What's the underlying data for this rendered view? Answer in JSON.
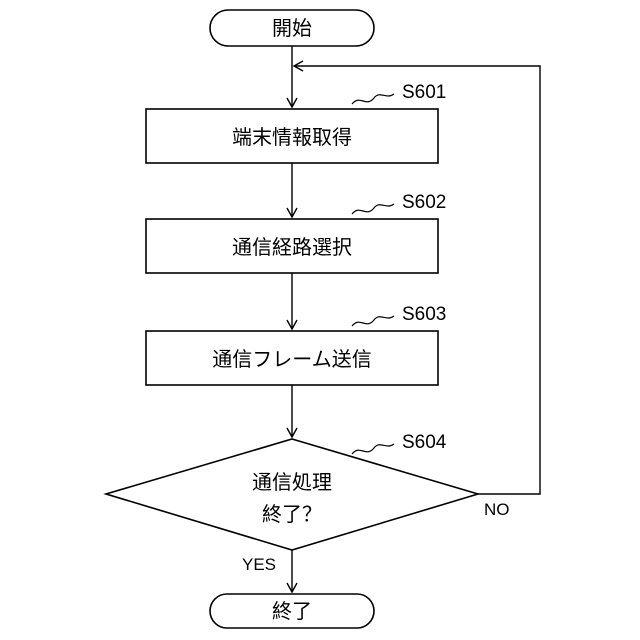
{
  "start": "開始",
  "end": "終了",
  "steps": {
    "s601": {
      "id": "S601",
      "text": "端末情報取得"
    },
    "s602": {
      "id": "S602",
      "text": "通信経路選択"
    },
    "s603": {
      "id": "S603",
      "text": "通信フレーム送信"
    }
  },
  "decision": {
    "id": "S604",
    "line1": "通信処理",
    "line2": "終了？",
    "yes": "YES",
    "no": "NO"
  }
}
